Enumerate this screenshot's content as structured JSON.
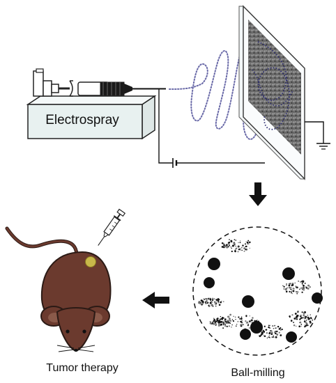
{
  "labels": {
    "electrospray": "Electrospray",
    "ball_milling": "Ball-milling",
    "tumor_therapy": "Tumor therapy"
  },
  "colors": {
    "stroke": "#222222",
    "box_fill": "#e8f1f0",
    "fiber": "#6a6aa8",
    "collector_fiber": "#2a2a70",
    "mouse": "#6b3a2e",
    "mouse_dark": "#2b1a15",
    "implant": "#c8b84a",
    "ear_inner": "#8a5a4a"
  },
  "icons": {
    "flow_down": "arrow-down-icon",
    "flow_left": "arrow-left-icon",
    "ground": "ground-icon",
    "battery": "battery-icon",
    "syringe": "syringe-icon"
  }
}
